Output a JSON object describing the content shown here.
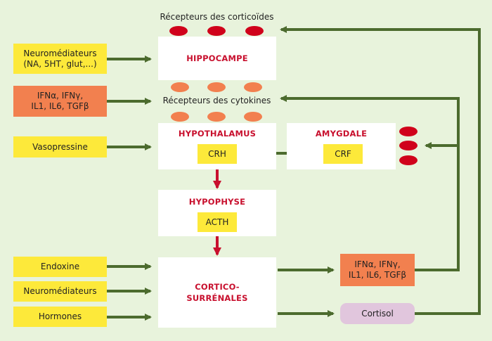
{
  "labels": {
    "corticoid_receptors": "Récepteurs des corticoïdes",
    "cytokine_receptors": "Récepteurs des cytokines"
  },
  "organs": {
    "hippocampe": "HIPPOCAMPE",
    "hypothalamus": "HYPOTHALAMUS",
    "amygdale": "AMYGDALE",
    "hypophyse": "HYPOPHYSE",
    "corticosurrenales": "CORTICO-\nSURRÉNALES"
  },
  "hormones": {
    "crh": "CRH",
    "crf": "CRF",
    "acth": "ACTH"
  },
  "inputs": {
    "neuromediateurs_1": "Neuromédiateurs\n(NA, 5HT, glut,...)",
    "cytokines_1": "IFNα, IFNγ,\nIL1, IL6, TGFβ",
    "vasopressine": "Vasopressine",
    "endoxine": "Endoxine",
    "neuromediateurs_2": "Neuromédiateurs",
    "hormones": "Hormones"
  },
  "outputs": {
    "cytokines_2": "IFNα, IFNγ,\nIL1, IL6, TGFβ",
    "cortisol": "Cortisol"
  },
  "colors": {
    "background": "#e8f3dc",
    "arrow_green": "#4c6b2e",
    "arrow_red": "#c8102e",
    "receptor_red": "#d0021b",
    "receptor_orange": "#f2804f",
    "input_yellow": "#fde93a",
    "cytokine_orange": "#f2804f",
    "cortisol_pink": "#e1c6dd"
  }
}
